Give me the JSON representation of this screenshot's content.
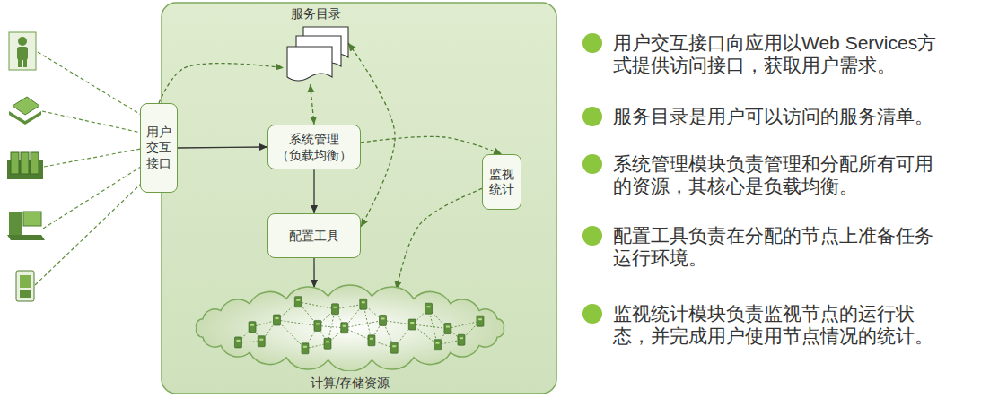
{
  "diagram": {
    "nodes": [
      {
        "text": [
          "服务目录"
        ]
      },
      {
        "text": [
          "用户交互接口"
        ]
      },
      {
        "text": [
          "系统管理 （负载均衡）"
        ]
      },
      {
        "text": [
          "配置工具"
        ]
      },
      {
        "text": [
          "监视统计"
        ]
      },
      {
        "text": [
          "计算/存储资源"
        ]
      }
    ],
    "edges": [
      {
        "from": 1,
        "to": 0,
        "arrow": "to"
      },
      {
        "from": 0,
        "to": 2,
        "arrow": "both"
      },
      {
        "from": 0,
        "to": 3,
        "arrow": "both"
      },
      {
        "from": 2,
        "to": 3,
        "arrow": "to"
      },
      {
        "from": 2,
        "to": 4,
        "arrow": "to"
      },
      {
        "from": 3,
        "to": 5,
        "arrow": "to"
      },
      {
        "from": 4,
        "to": 5,
        "arrow": "to"
      },
      {
        "from": 1,
        "to": 2,
        "arrow": "to"
      }
    ],
    "labels": [
      "用户交互接口向应用以Web Services方式提供访问接口，获取用户需求。",
      "服务目录是用户可以访问的服务清单。",
      "系统管理模块负责管理和分配所有可用的资源，其核心是负载均衡。",
      "配置工具负责在分配的节点上准备任务运行环境。",
      "监视统计模块负责监视节点的运行状态，并完成用户使用节点情况的统计。"
    ]
  }
}
